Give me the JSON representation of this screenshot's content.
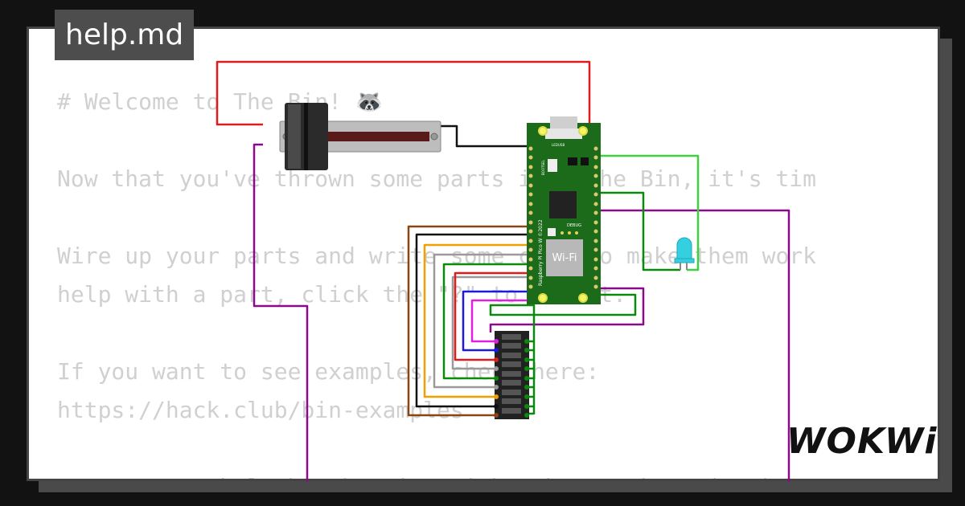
{
  "tab": {
    "title": "help.md"
  },
  "markdown": {
    "lines": [
      "# Welcome to The Bin! 🦝",
      "Now that you've thrown some parts into The Bin, it's tim",
      "Wire up your parts and write some code to make them work",
      "help with a part, click the \"?\" to see it.",
      "If you want to see examples, check here:",
      "https://hack.club/bin-examples",
      "You can get help by chatting with other Hackers in the"
    ]
  },
  "board": {
    "name": "Raspberry Pi Pico W ©2022",
    "wifi_label": "Wi-Fi",
    "debug_label": "DEBUG",
    "bootsel_label": "BOOTSEL",
    "led_label": "LED",
    "usb_label": "USB"
  },
  "logo": {
    "text": "WOKWi"
  },
  "colors": {
    "red": "#e01b1b",
    "black": "#111111",
    "purple": "#8a0a8a",
    "green": "#0a8a0a",
    "lime": "#3fd03f",
    "brown": "#8b4513",
    "orange": "#f0a000",
    "gray": "#9a9a9a",
    "blue": "#1a1ae0",
    "magenta": "#e020e0",
    "pico_green": "#1b6b1b",
    "led_cyan": "#35d0e0"
  }
}
